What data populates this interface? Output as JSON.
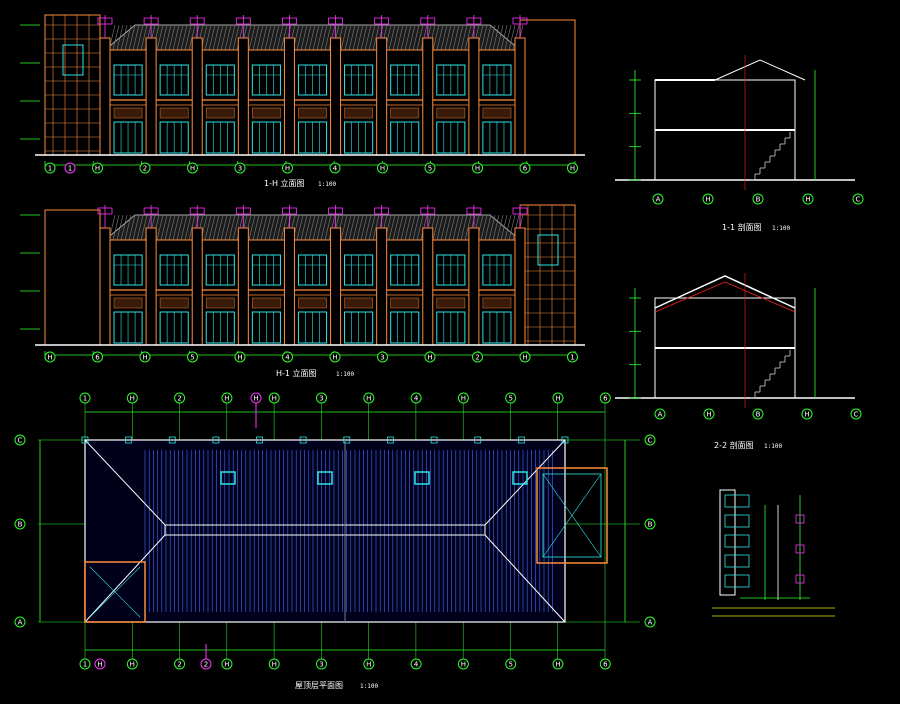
{
  "titles": {
    "elev1": "1-H 立面图",
    "elev2": "H-1 立面图",
    "sec1": "1-1 剖面图",
    "sec2": "2-2 剖面图",
    "roof": "屋顶层平面图"
  },
  "scales": {
    "elev1": "1:100",
    "elev2": "1:100",
    "sec1": "1:100",
    "sec2": "1:100",
    "roof": "1:100"
  },
  "axes": {
    "elev1": [
      "1",
      "H",
      "2",
      "H",
      "3",
      "H",
      "4",
      "H",
      "5",
      "H",
      "6",
      "H"
    ],
    "elev2": [
      "H",
      "6",
      "H",
      "5",
      "H",
      "4",
      "H",
      "3",
      "H",
      "2",
      "H",
      "1"
    ],
    "roof_top": [
      "1",
      "H",
      "2",
      "H",
      "H",
      "3",
      "H",
      "4",
      "H",
      "5",
      "H",
      "6"
    ],
    "roof_rows": [
      "C",
      "B",
      "A"
    ],
    "sec1": [
      "A",
      "H",
      "B",
      "H",
      "C"
    ],
    "sec2": [
      "A",
      "H",
      "B",
      "H",
      "C"
    ]
  },
  "colors": {
    "background": "#000000",
    "wall": "#ff8c3a",
    "window": "#2ee6e6",
    "roof": "#a8a8a8",
    "dimension": "#2cff2c",
    "annotation": "#ff33ff",
    "structure": "#ffffff",
    "roof_plan": "#3f6bff",
    "axis_line": "#ff2020",
    "detail": "#e6e600"
  }
}
